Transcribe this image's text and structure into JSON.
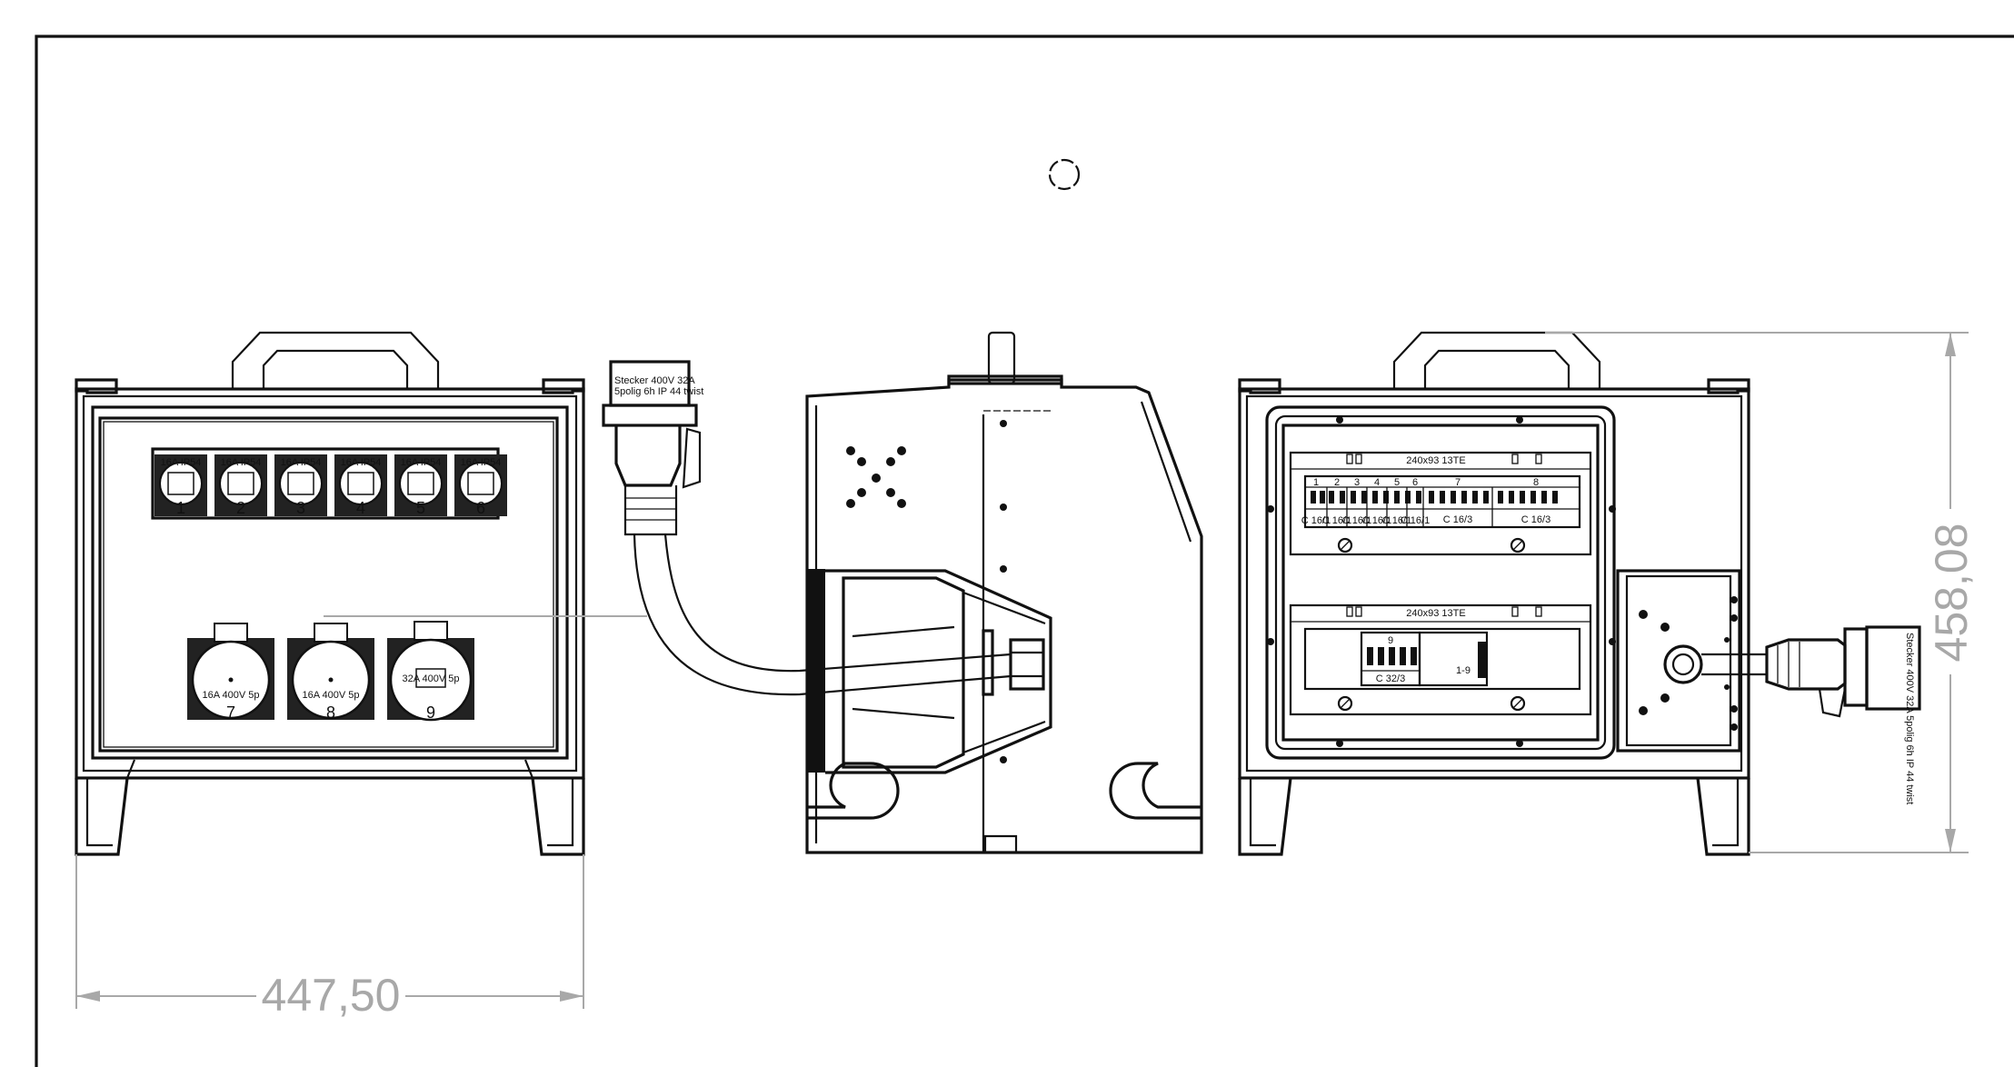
{
  "dimensions": {
    "width": "447,50",
    "height": "458,08"
  },
  "front_view": {
    "socket_numbers": [
      "1",
      "2",
      "3",
      "4",
      "5",
      "6"
    ],
    "socket_label": "16A IP54",
    "cee_sockets": [
      {
        "number": "7",
        "label": "16A 400V 5p"
      },
      {
        "number": "8",
        "label": "16A 400V 5p"
      },
      {
        "number": "9",
        "label": "32A 400V 5p"
      }
    ]
  },
  "side_view": {
    "plug_label_line1": "Stecker 400V 32A",
    "plug_label_line2": "5polig 6h IP 44 twist"
  },
  "rear_view": {
    "panel_top_title": "240x93 13TE",
    "breaker_numbers": [
      "1",
      "2",
      "3",
      "4",
      "5",
      "6",
      "7",
      "8"
    ],
    "breaker_small_rating": "C 16/1",
    "breaker_large_ratings": [
      "C 16/3",
      "C 16/3"
    ],
    "panel_bottom_title": "240x93 13TE",
    "main_breaker_number": "9",
    "main_breaker_rating": "C 32/3",
    "rcd_label": "1-9",
    "plug_label": "Stecker 400V 32A 5polig 6h IP 44 twist"
  }
}
